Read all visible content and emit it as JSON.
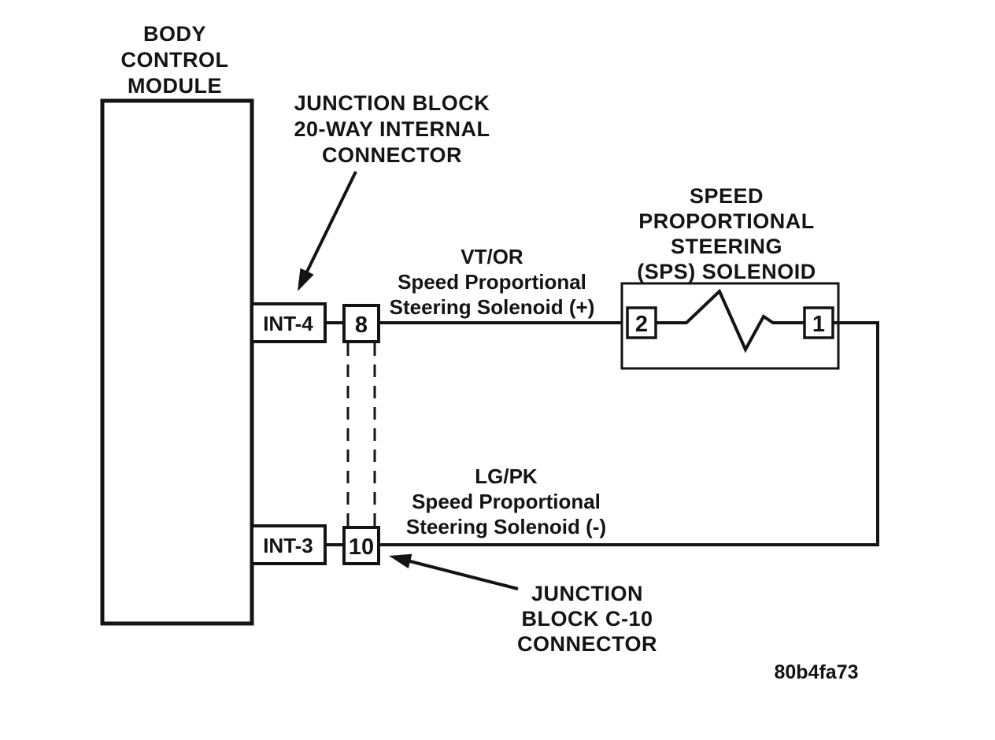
{
  "figure_id": "80b4fa73",
  "bcm": {
    "label_lines": [
      "BODY",
      "CONTROL",
      "MODULE"
    ],
    "pin_int4": "INT-4",
    "pin_int3": "INT-3"
  },
  "junction_block_internal": {
    "label_lines": [
      "JUNCTION BLOCK",
      "20-WAY INTERNAL",
      "CONNECTOR"
    ],
    "pin_8": "8",
    "pin_10": "10"
  },
  "junction_block_c10": {
    "label_lines": [
      "JUNCTION",
      "BLOCK C-10",
      "CONNECTOR"
    ]
  },
  "sps_solenoid": {
    "label_lines": [
      "SPEED",
      "PROPORTIONAL",
      "STEERING",
      "(SPS) SOLENOID"
    ],
    "terminal_2": "2",
    "terminal_1": "1"
  },
  "wires": {
    "positive": {
      "label_lines": [
        "VT/OR",
        "Speed Proportional",
        "Steering Solenoid (+)"
      ]
    },
    "negative": {
      "label_lines": [
        "LG/PK",
        "Speed Proportional",
        "Steering Solenoid (-)"
      ]
    }
  }
}
